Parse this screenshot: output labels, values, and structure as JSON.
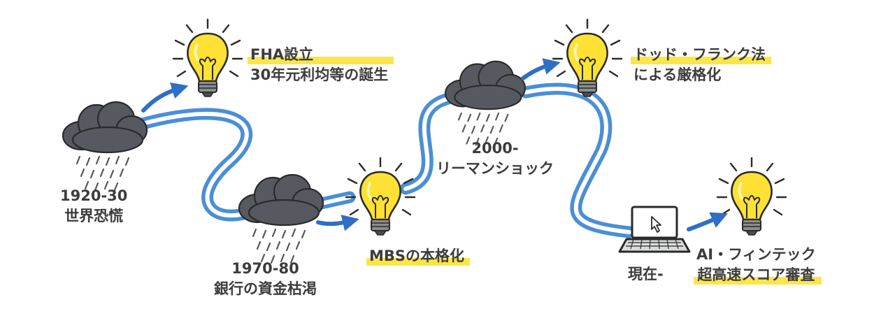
{
  "milestones": {
    "crisis_1920": {
      "period": "1920-30",
      "event": "世界恐慌"
    },
    "response_fha": {
      "title": "FHA設立",
      "detail": "30年元利均等の誕生"
    },
    "crisis_1970": {
      "period": "1970-80",
      "event": "銀行の資金枯渇"
    },
    "response_mbs": {
      "title": "MBSの本格化"
    },
    "crisis_2000": {
      "period": "2000-",
      "event": "リーマンショック"
    },
    "response_dodd_frank": {
      "title": "ドッド・フランク法",
      "detail": "による厳格化"
    },
    "present": {
      "period": "現在-"
    },
    "response_ai": {
      "title": "AI・フィンテック",
      "detail": "超高速スコア審査"
    }
  },
  "colors": {
    "road_blue": "#4a8fd6",
    "highlight_yellow": "#fbe64a",
    "bulb_yellow": "#ffe135",
    "cloud_gray": "#565a60",
    "arrow_blue": "#2f6fc4",
    "text": "#3c3c3c"
  },
  "icons": [
    "storm-cloud-icon",
    "lightbulb-icon",
    "arrow-icon",
    "laptop-icon",
    "cursor-icon"
  ]
}
